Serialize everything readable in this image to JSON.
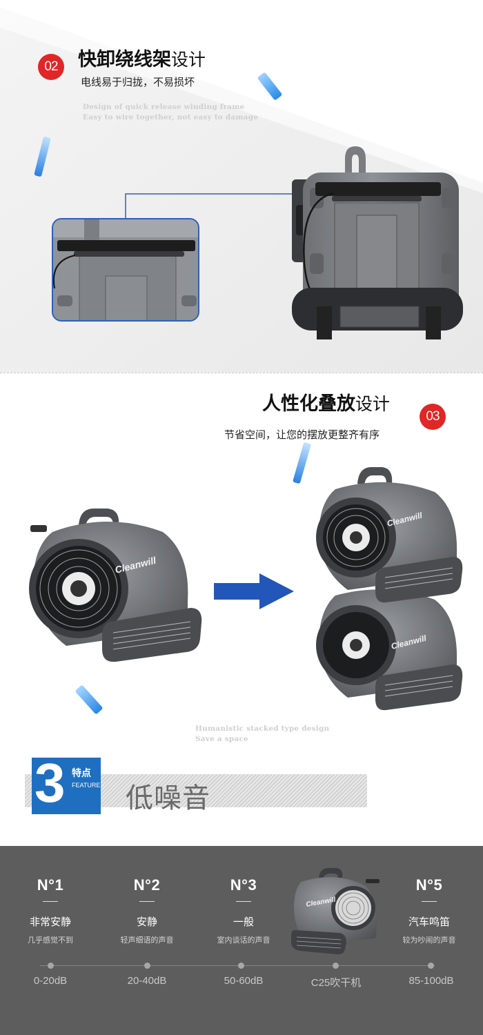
{
  "section2": {
    "badge": "02",
    "title_bold": "快卸绕线架",
    "title_light": "设计",
    "subtitle": "电线易于归拢，不易损坏",
    "en_line1": "Design of quick release winding frame",
    "en_line2": "Easy to wire together, not easy to damage"
  },
  "section3": {
    "badge": "03",
    "title_bold": "人性化叠放",
    "title_light": "设计",
    "subtitle": "节省空间，让您的摆放更整齐有序",
    "brand": "Cleanwill",
    "en_line1": "Humanistic stacked type design",
    "en_line2": "Save a space"
  },
  "feature": {
    "number": "3",
    "label_cn": "特点",
    "label_en": "FEATURE",
    "title": "低噪音"
  },
  "noise": {
    "levels": [
      {
        "num": "N°1",
        "name": "非常安静",
        "desc": "几乎感觉不到",
        "db": "0-20dB"
      },
      {
        "num": "N°2",
        "name": "安静",
        "desc": "轻声细语的声音",
        "db": "20-40dB"
      },
      {
        "num": "N°3",
        "name": "一般",
        "desc": "室内谈话的声音",
        "db": "50-60dB"
      },
      {
        "num": "",
        "name": "",
        "desc": "",
        "db": "C25吹干机"
      },
      {
        "num": "N°5",
        "name": "汽车鸣笛",
        "desc": "较为吵闹的声音",
        "db": "85-100dB"
      }
    ],
    "product_brand": "Cleanwill"
  },
  "colors": {
    "badge_red": "#e02626",
    "accent_blue": "#1f6fc1",
    "noise_bg": "#5d5d5d"
  }
}
